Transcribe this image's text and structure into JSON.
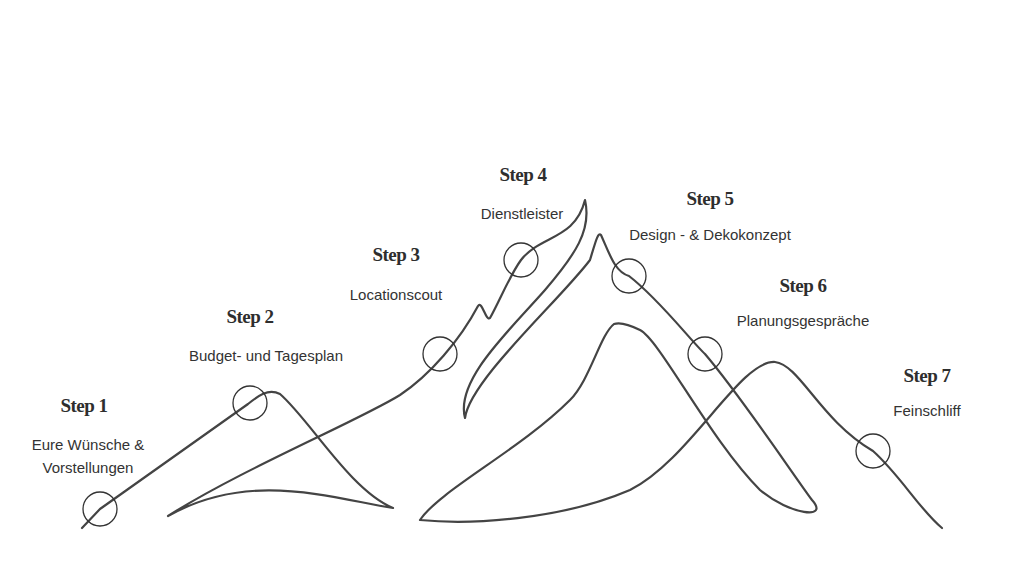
{
  "diagram": {
    "labels": [
      "Step 1",
      "Eure Wünsche & Vorstellungen",
      "Step 2",
      "Budget- und Tagesplan",
      "Step 3",
      "Locationscout",
      "Step 4",
      "Dienstleister",
      "Step 5",
      "Design - & Dekokonzept",
      "Step 6",
      "Planungsgespräche",
      "Step 7",
      "Feinschliff"
    ]
  }
}
